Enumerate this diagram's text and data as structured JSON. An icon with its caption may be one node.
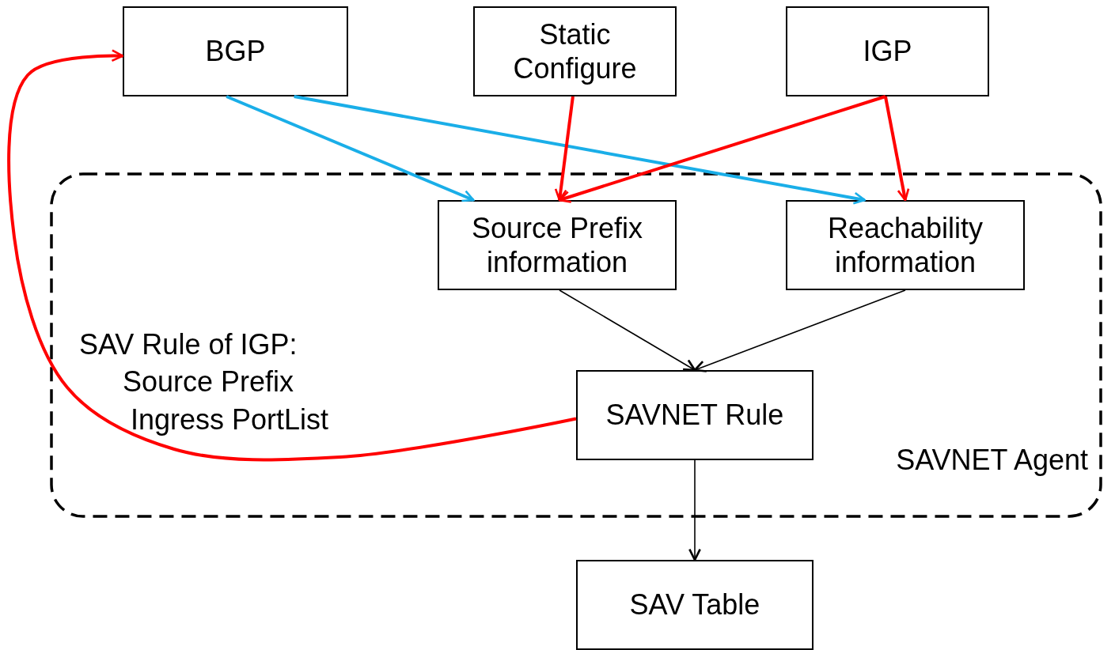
{
  "diagram": {
    "nodes": [
      {
        "text": [
          "BGP"
        ]
      },
      {
        "text": [
          "Static Configure"
        ]
      },
      {
        "text": [
          "IGP"
        ]
      },
      {
        "text": [
          "SAVNET Agent"
        ]
      },
      {
        "text": [
          "Source Prefix information"
        ],
        "in": 3
      },
      {
        "text": [
          "Reachability information"
        ],
        "in": 3
      },
      {
        "text": [
          "SAVNET Rule"
        ],
        "in": 3
      },
      {
        "text": [
          "SAV Table"
        ]
      }
    ],
    "edges": [
      {
        "from": 0,
        "to": 4,
        "arrow": "to",
        "color": "#1aaee8"
      },
      {
        "from": 0,
        "to": 5,
        "arrow": "to",
        "color": "#1aaee8"
      },
      {
        "from": 1,
        "to": 4,
        "arrow": "to"
      },
      {
        "from": 2,
        "to": 4,
        "arrow": "to"
      },
      {
        "from": 2,
        "to": 5,
        "arrow": "to"
      },
      {
        "from": 4,
        "to": 6,
        "arrow": "to",
        "color": "#000000"
      },
      {
        "from": 5,
        "to": 6,
        "arrow": "to",
        "color": "#000000"
      },
      {
        "from": 6,
        "to": 7,
        "arrow": "to",
        "color": "#000000"
      },
      {
        "from": 6,
        "to": 0,
        "arrow": "to"
      }
    ],
    "labels": [
      "SAV Rule of IGP:",
      "Source Prefix",
      "Ingress PortList"
    ]
  }
}
